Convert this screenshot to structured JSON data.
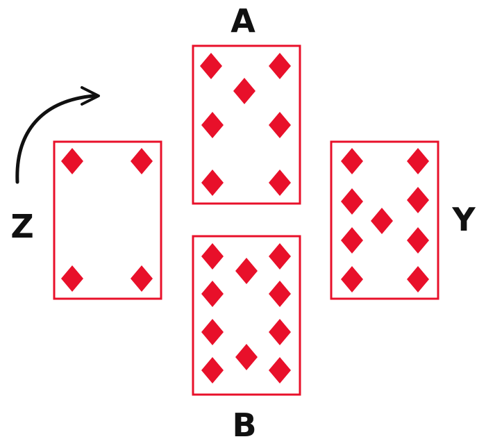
{
  "colors": {
    "card": "#e8102a",
    "ink": "#111111"
  },
  "cards": [
    {
      "label": "A",
      "pips": 7
    },
    {
      "label": "B",
      "pips": 10
    },
    {
      "label": "Z",
      "pips": 4
    },
    {
      "label": "Y",
      "pips": 9
    }
  ],
  "icons": {
    "rotation": "curved-arrow-icon"
  }
}
